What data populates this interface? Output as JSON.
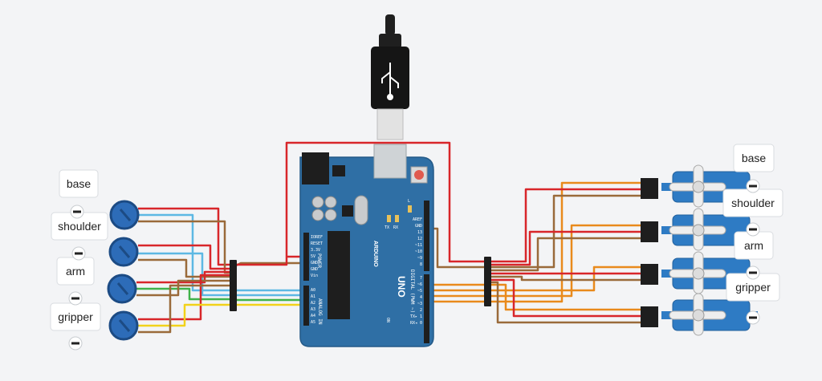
{
  "labels": {
    "pot_base": "base",
    "pot_shoulder": "shoulder",
    "pot_arm": "arm",
    "pot_gripper": "gripper",
    "servo_base": "base",
    "servo_shoulder": "shoulder",
    "servo_arm": "arm",
    "servo_gripper": "gripper"
  },
  "arduino": {
    "brand": "ARDUINO",
    "model": "UNO",
    "power_header": "POWER",
    "analog_header": "ANALOG IN",
    "digital_header": "DIGITAL (PWM ~)",
    "power_pins": [
      "IOREF",
      "RESET",
      "3.3V",
      "5V",
      "GND",
      "GND",
      "Vin"
    ],
    "analog_pins": [
      "A0",
      "A1",
      "A2",
      "A3",
      "A4",
      "A5"
    ],
    "digital_pins_top": [
      "AREF",
      "GND",
      "13",
      "12",
      "~11",
      "~10",
      "~9",
      "8"
    ],
    "digital_pins_bottom": [
      "7",
      "~6",
      "~5",
      "4",
      "~3",
      "2",
      "TX▸ 1",
      "RX◂ 0"
    ],
    "led_labels": [
      "TX",
      "RX",
      "L"
    ],
    "on_label": "ON"
  },
  "colors": {
    "background": "#f3f4f6",
    "board": "#2f6fa5",
    "wire_red": "#d8262a",
    "wire_brown": "#9a6a3a",
    "wire_orange": "#e98a1c",
    "wire_blue": "#5db8e3",
    "wire_green": "#3fb24a",
    "wire_yellow": "#f2d21b",
    "pot_blue": "#2d6cb8",
    "servo_blue": "#2e7bc4"
  }
}
